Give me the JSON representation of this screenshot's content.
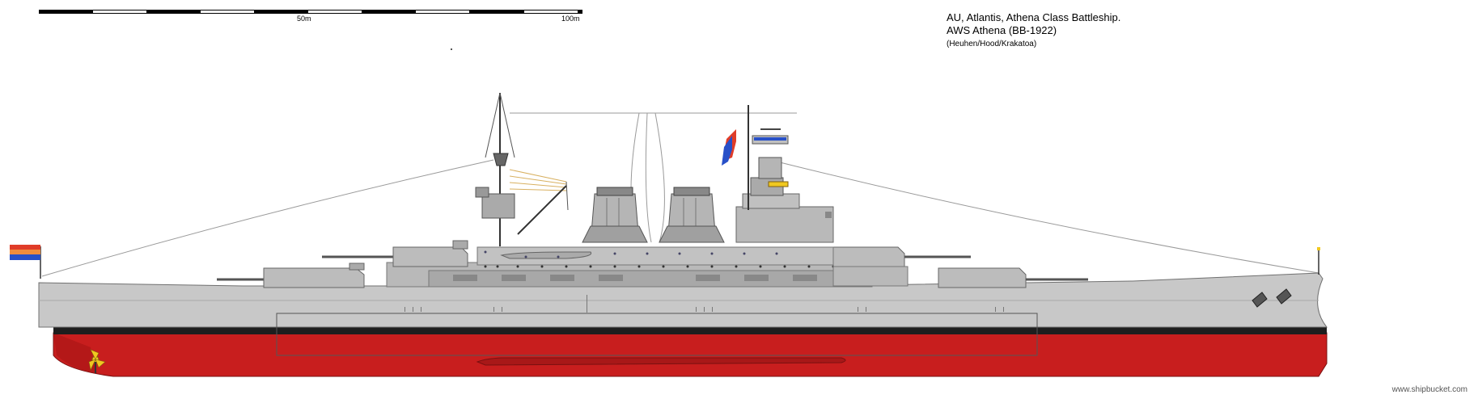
{
  "scale": {
    "mid_label": "50m",
    "end_label": "100m"
  },
  "title": {
    "line1": "AU, Atlantis, Athena Class Battleship.",
    "line2": "AWS Athena (BB-1922)",
    "credits": "(Heuhen/Hood/Krakatoa)"
  },
  "watermark": "www.shipbucket.com",
  "colors": {
    "hull_grey": "#c8c8c8",
    "hull_red": "#c81e1e",
    "boot_top": "#1e1e1e",
    "superstructure": "#b4b4b4",
    "flag_red": "#e03c28",
    "flag_blue": "#2850c8",
    "flag_orange": "#f08c3c"
  }
}
